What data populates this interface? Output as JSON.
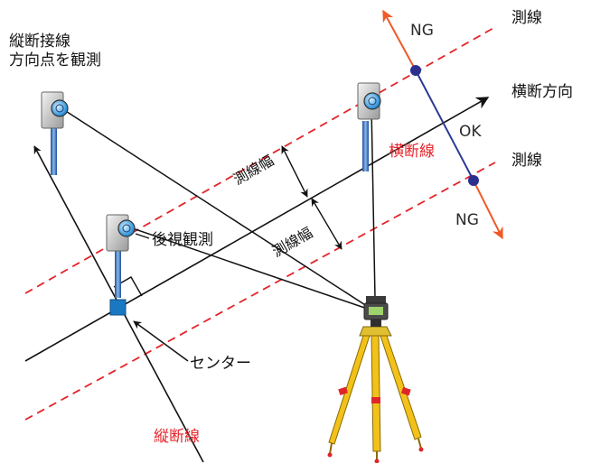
{
  "colors": {
    "line": "#111111",
    "survey_line": "#e5242a",
    "ok_line": "#2b3a96",
    "ng_arrow": "#ef5a28",
    "point": "#2d2f8f",
    "center_marker": "#1a78c2",
    "tripod_leg": "#f2c21a",
    "tripod_band": "#e0252a"
  },
  "labels": {
    "top_left_line1": "縦断接線",
    "top_left_line2": "方向点を観測",
    "survey_line_top": "測線",
    "survey_line_right": "測線",
    "cross_direction": "横断方向",
    "cross_line": "横断線",
    "ok": "OK",
    "ng_top": "NG",
    "ng_bottom": "NG",
    "width_upper": "測線幅",
    "width_lower": "測線幅",
    "backsight": "後視観測",
    "center": "センター",
    "longitudinal_line": "縦断線"
  },
  "icons": [
    "prism-icon",
    "total-station-icon",
    "tripod-icon",
    "center-point-marker",
    "intersection-point"
  ]
}
